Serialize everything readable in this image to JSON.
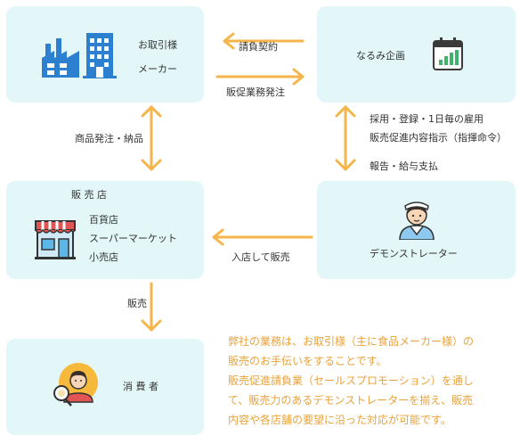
{
  "client": {
    "line1": "お取引様",
    "line2": "メーカー"
  },
  "company": {
    "name": "なるみ企画"
  },
  "retail": {
    "title": "販 売 店",
    "items": [
      "百貨店",
      "スーパーマーケット",
      "小売店"
    ]
  },
  "demonstrator": {
    "name": "デモンストレーター"
  },
  "consumer": {
    "name": "消 費 者"
  },
  "arrows": {
    "contract": "請負契約",
    "promo_order": "販促業務発注",
    "order_delivery": "商品発注・納品",
    "hiring_1": "採用・登録・1日毎の雇用",
    "hiring_2": "販売促進内容指示（指揮命令）",
    "report": "報告・給与支払",
    "instore": "入店して販売",
    "sale": "販売"
  },
  "note": {
    "lines": [
      "弊社の業務は、お取引様（主に食品メーカー様）の",
      "販売のお手伝いをすることです。",
      "販売促進請負業（セールスプロモーション）を通し",
      "て、販売力のあるデモンストレーターを揃え、販売",
      "内容や各店舗の要望に沿った対応が可能です。"
    ]
  },
  "colors": {
    "box": "#e3f7f9",
    "arrow": "#f5b54a",
    "note": "#e9a23b",
    "icon_blue": "#2d7fd0"
  }
}
